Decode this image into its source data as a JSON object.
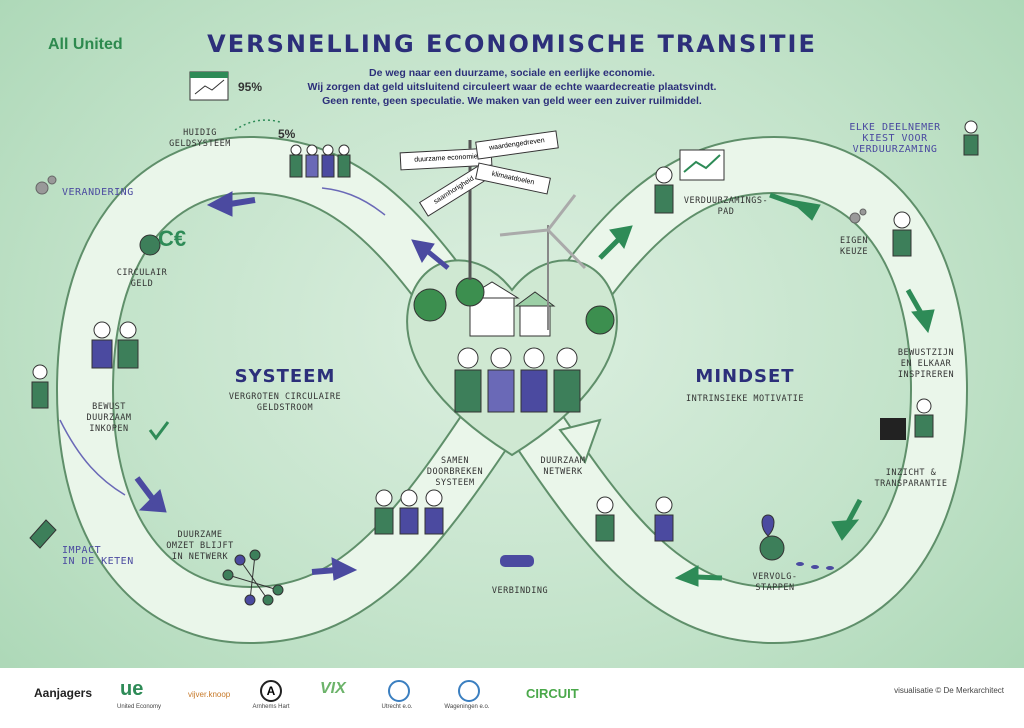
{
  "brand": "All United",
  "title": "VERSNELLING ECONOMISCHE TRANSITIE",
  "subtitle_lines": [
    "De weg naar een duurzame, sociale en eerlijke economie.",
    "Wij zorgen dat geld uitsluitend circuleert waar de echte waardecreatie plaatsvindt.",
    "Geen rente, geen speculatie. We maken van geld weer een zuiver ruilmiddel."
  ],
  "signpost": [
    "duurzame economie",
    "waardengedreven",
    "saamhorigheid",
    "klimaatdoelen"
  ],
  "percentages": {
    "top": "95%",
    "bottom": "5%"
  },
  "labels": {
    "huidig": "HUIDIG\nGELDSYSTEEM",
    "verandering": "VERANDERING",
    "euro": "C€",
    "circulair": "CIRCULAIR\nGELD",
    "bewust": "BEWUST\nDUURZAAM\nINKOPEN",
    "impact": "IMPACT\nIN DE KETEN",
    "omzet": "DUURZAME\nOMZET BLIJFT\nIN NETWERK",
    "systeem": "SYSTEEM",
    "vergroten": "VERGROTEN CIRCULAIRE\nGELDSTROOM",
    "samen": "SAMEN\nDOORBREKEN\nSYSTEEM",
    "netwerk": "DUURZAAM\nNETWERK",
    "verbinding": "VERBINDING",
    "mindset": "MINDSET",
    "intrinsieke": "INTRINSIEKE MOTIVATIE",
    "elke": "ELKE DEELNEMER\nKIEST VOOR\nVERDUURZAMING",
    "pad": "VERDUURZAMINGS-\nPAD",
    "keuze": "EIGEN\nKEUZE",
    "bewustzijn": "BEWUSTZIJN\nEN ELKAAR\nINSPIREREN",
    "inzicht": "INZICHT &\nTRANSPARANTIE",
    "vervolg": "VERVOLG-\nSTAPPEN"
  },
  "footer": {
    "label": "Aanjagers",
    "logos": [
      "United Economy",
      "Arnhems Hart",
      "Utrecht e.o.",
      "Wageningen e.o."
    ],
    "logo_marks": [
      "ue",
      "vijver.knoop",
      "A",
      "VIX",
      "CIRCUIT"
    ],
    "credit": "visualisatie © De Merkarchitect"
  },
  "colors": {
    "navy": "#2c2f7a",
    "green": "#2d8a4e",
    "loop": "#e9f5ea",
    "arrow": "#2e8b57",
    "purple": "#4b4aa0"
  }
}
